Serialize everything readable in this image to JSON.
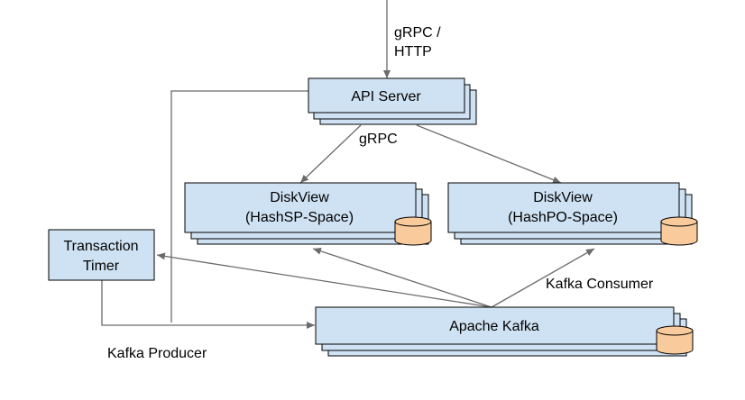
{
  "colors": {
    "box_fill": "#cfe2f3",
    "box_stroke": "#000000",
    "db_fill": "#f9cb9c",
    "db_stroke": "#000000",
    "arrow": "#6b6b6b"
  },
  "labels": {
    "ingress": [
      "gRPC /",
      "HTTP"
    ],
    "server_to_disk": "gRPC",
    "kafka_consumer": "Kafka Consumer",
    "kafka_producer": "Kafka Producer"
  },
  "nodes": {
    "api_server": {
      "lines": [
        "API Server"
      ],
      "stacked": true,
      "database": false
    },
    "diskview_sp": {
      "lines": [
        "DiskView",
        "(HashSP-Space)"
      ],
      "stacked": true,
      "database": true
    },
    "diskview_po": {
      "lines": [
        "DiskView",
        "(HashPO-Space)"
      ],
      "stacked": true,
      "database": true
    },
    "transaction_timer": {
      "lines": [
        "Transaction",
        "Timer"
      ],
      "stacked": false,
      "database": false
    },
    "apache_kafka": {
      "lines": [
        "Apache Kafka"
      ],
      "stacked": true,
      "database": true
    }
  },
  "edges": [
    {
      "from": "external",
      "to": "api_server",
      "label": "ingress"
    },
    {
      "from": "api_server",
      "to": "diskview_sp",
      "label": "server_to_disk"
    },
    {
      "from": "api_server",
      "to": "diskview_po",
      "label": "server_to_disk"
    },
    {
      "from": "apache_kafka",
      "to": "diskview_sp",
      "label": ""
    },
    {
      "from": "apache_kafka",
      "to": "diskview_po",
      "label": "kafka_consumer"
    },
    {
      "from": "apache_kafka",
      "to": "transaction_timer",
      "label": ""
    },
    {
      "from": "transaction_timer",
      "to": "apache_kafka",
      "label": "kafka_producer"
    },
    {
      "from": "api_server",
      "to": "apache_kafka",
      "label": "kafka_producer"
    }
  ]
}
